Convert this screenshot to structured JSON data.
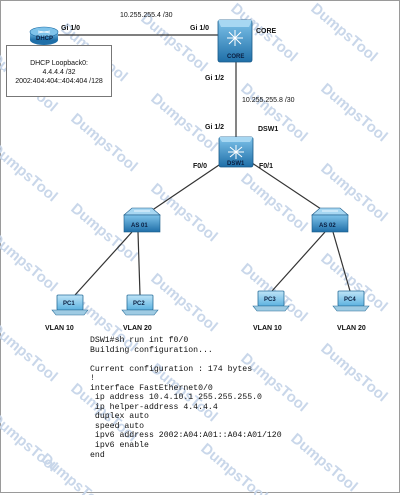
{
  "diagram": {
    "core_label": "CORE",
    "dsw1_label": "DSW1",
    "link_core_dhcp": {
      "dhcp_port": "Gi 1/0",
      "core_port": "Gi 1/0",
      "subnet": "10.255.255.4 /30"
    },
    "link_core_dsw1": {
      "core_port": "Gi 1/2",
      "dsw1_port": "Gi 1/2",
      "subnet": "10.255.255.8 /30"
    },
    "dsw1_ports": {
      "left": "F0/0",
      "right": "F0/1"
    },
    "dhcp_box": {
      "line1": "DHCP Loopback0:",
      "line2": "4.4.4.4 /32",
      "line3": "2002:404:404::404:404 /128"
    },
    "devices": {
      "dhcp_router": "DHCP",
      "core_switch": "CORE",
      "dsw1_switch": "DSW1",
      "as01": "AS 01",
      "as02": "AS 02",
      "pc1": "PC1",
      "pc2": "PC2",
      "pc3": "PC3",
      "pc4": "PC4"
    },
    "vlans": {
      "pc1": "VLAN 10",
      "pc2": "VLAN 20",
      "pc3": "VLAN 10",
      "pc4": "VLAN 20"
    },
    "watermark": "DumpsTool"
  },
  "cli": [
    "DSW1#sh run int f0/0",
    "Building configuration...",
    "",
    "Current configuration : 174 bytes",
    "!",
    "interface FastEthernet0/0",
    " ip address 10.4.10.1 255.255.255.0",
    " ip helper-address 4.4.4.4",
    " duplex auto",
    " speed auto",
    " ipv6 address 2002:A04:A01::A04:A01/120",
    " ipv6 enable",
    "end"
  ],
  "colors": {
    "switch": "#2f8fc8",
    "link": "#333333",
    "watermark": "#c9d7ea"
  }
}
